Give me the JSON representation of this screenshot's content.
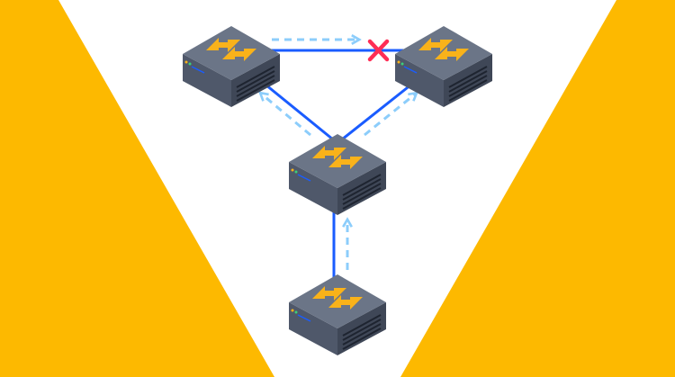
{
  "colors": {
    "background": "#ffffff",
    "accent_yellow": "#FDB900",
    "active_link": "#1a5cff",
    "traffic_arrow": "#8ccdfb",
    "blocked_mark": "#ff2d55",
    "switch_top": "#6b7587",
    "switch_left": "#4f586a",
    "switch_right": "#3f4757",
    "switch_arrows": "#f9b21a"
  },
  "diagram": {
    "nodes": [
      {
        "id": "switch-top-left",
        "icon": "network-switch-icon"
      },
      {
        "id": "switch-top-right",
        "icon": "network-switch-icon"
      },
      {
        "id": "switch-middle",
        "icon": "network-switch-icon"
      },
      {
        "id": "switch-bottom",
        "icon": "network-switch-icon"
      }
    ],
    "links": [
      {
        "from": "switch-top-left",
        "to": "switch-top-right",
        "state": "blocked"
      },
      {
        "from": "switch-middle",
        "to": "switch-top-left",
        "state": "active"
      },
      {
        "from": "switch-middle",
        "to": "switch-top-right",
        "state": "active"
      },
      {
        "from": "switch-bottom",
        "to": "switch-middle",
        "state": "active"
      }
    ]
  }
}
